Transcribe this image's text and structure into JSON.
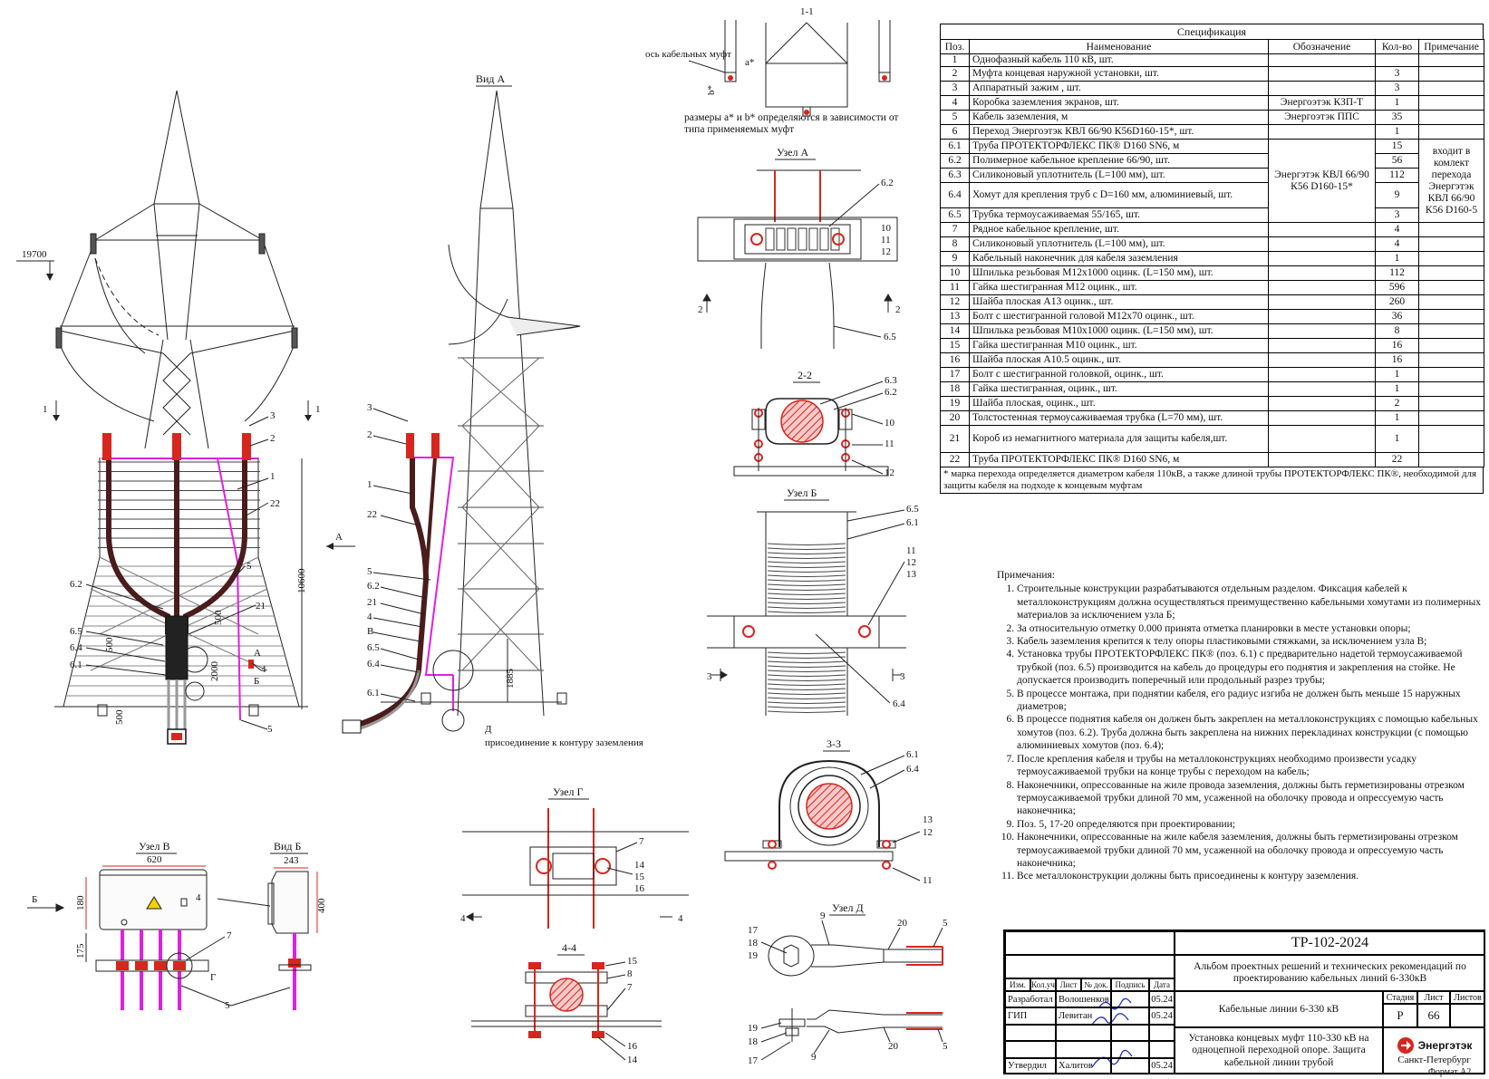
{
  "views": {
    "main_elevation": {
      "elevation": "19700",
      "height": "10600",
      "section_mark": "1",
      "view_arrow": "А",
      "dims": [
        "500",
        "500",
        "500",
        "2000",
        "500"
      ],
      "node_labels": [
        "А",
        "Б"
      ]
    },
    "view_a": {
      "title": "Вид А",
      "dim": "1885",
      "node_label": "В",
      "node_d": "Д",
      "ground_note": "присоединение к контуру заземления"
    },
    "section_1_1": {
      "title": "1-1",
      "axis_note": "ось кабельных муфт",
      "a_label": "a*",
      "b_label": "b*",
      "size_note": "размеры a* и b* определяются в зависимости от типа применяемых муфт"
    },
    "node_a": {
      "title": "Узел А",
      "section_mark": "2"
    },
    "section_2_2": {
      "title": "2-2"
    },
    "node_b": {
      "title": "Узел Б",
      "section_mark": "3"
    },
    "section_3_3": {
      "title": "3-3"
    },
    "node_g": {
      "title": "Узел Г",
      "section_mark": "4"
    },
    "section_4_4": {
      "title": "4-4"
    },
    "node_d": {
      "title": "Узел Д"
    },
    "node_v": {
      "title": "Узел В",
      "w": "620",
      "h1": "180",
      "h2": "175",
      "side_arrow": "Б",
      "g_label": "Г"
    },
    "view_b": {
      "title": "Вид Б",
      "w": "243",
      "h": "400"
    }
  },
  "spec": {
    "title": "Спецификация",
    "headers": [
      "Поз.",
      "Наименование",
      "Обозначение",
      "Кол-во",
      "Примечание"
    ],
    "rows": [
      {
        "pos": "1",
        "name": "Однофазный кабель 110 кВ, шт.",
        "qty": ""
      },
      {
        "pos": "2",
        "name": "Муфта концевая наружной установки, шт.",
        "qty": "3"
      },
      {
        "pos": "3",
        "name": "Аппаратный зажим , шт.",
        "qty": "3"
      },
      {
        "pos": "4",
        "name": "Коробка заземления экранов, шт.",
        "code": "Энергоэтэк КЗП-Т",
        "qty": "1"
      },
      {
        "pos": "5",
        "name": "Кабель заземления, м",
        "code": "Энергоэтэк ППС",
        "qty": "35"
      },
      {
        "pos": "6",
        "name": "Переход Энергоэтэк КВЛ 66/90 К56D160-15*, шт.",
        "qty": "1"
      },
      {
        "pos": "6.1",
        "name": "Труба ПРОТЕКТОРФЛЕКС ПК® D160 SN6, м",
        "qty": "15"
      },
      {
        "pos": "6.2",
        "name": "Полимерное кабельное крепление 66/90, шт.",
        "qty": "56"
      },
      {
        "pos": "6.3",
        "name": "Силиконовый уплотнитель (L=100 мм), шт.",
        "qty": "112"
      },
      {
        "pos": "6.4",
        "name": "Хомут для крепления труб с D=160 мм, алюминиевый, шт.",
        "qty": "9"
      },
      {
        "pos": "6.5",
        "name": "Трубка термоусаживаемая 55/165, шт.",
        "qty": "3"
      },
      {
        "pos": "7",
        "name": "Рядное  кабельное крепление, шт.",
        "qty": "4"
      },
      {
        "pos": "8",
        "name": "Силиконовый уплотнитель (L=100 мм), шт.",
        "qty": "4"
      },
      {
        "pos": "9",
        "name": "Кабельный наконечник для кабеля заземления",
        "qty": "1"
      },
      {
        "pos": "10",
        "name": "Шпилька резьбовая М12х1000 оцинк. (L=150 мм), шт.",
        "qty": "112"
      },
      {
        "pos": "11",
        "name": "Гайка шестигранная М12 оцинк., шт.",
        "qty": "596"
      },
      {
        "pos": "12",
        "name": "Шайба плоская А13 оцинк., шт.",
        "qty": "260"
      },
      {
        "pos": "13",
        "name": "Болт с шестигранной головой М12х70 оцинк., шт.",
        "qty": "36"
      },
      {
        "pos": "14",
        "name": "Шпилька резьбовая М10х1000 оцинк. (L=150 мм), шт.",
        "qty": "8"
      },
      {
        "pos": "15",
        "name": "Гайка шестигранная М10 оцинк., шт.",
        "qty": "16"
      },
      {
        "pos": "16",
        "name": "Шайба плоская А10.5 оцинк., шт.",
        "qty": "16"
      },
      {
        "pos": "17",
        "name": "Болт с шестигранной головкой, оцинк., шт.",
        "qty": "1"
      },
      {
        "pos": "18",
        "name": "Гайка шестигранная, оцинк., шт.",
        "qty": "1"
      },
      {
        "pos": "19",
        "name": "Шайба плоская, оцинк., шт.",
        "qty": "2"
      },
      {
        "pos": "20",
        "name": "Толстостенная термоусаживаемая трубка (L=70 мм), шт.",
        "qty": "1"
      },
      {
        "pos": "21",
        "name": "Короб из немагнитного материала для защиты кабеля,шт.",
        "qty": "1"
      },
      {
        "pos": "22",
        "name": "Труба ПРОТЕКТОРФЛЕКС ПК® D160 SN6, м",
        "qty": "22"
      }
    ],
    "group_code": "Энергэтэк КВЛ 66/90 К56 D160-15*",
    "group_note": "входит в комлект перехода Энергэтэк КВЛ 66/90 К56 D160-5",
    "footnote": "* марка перехода определяется диаметром кабеля 110кВ, а также длиной трубы ПРОТЕКТОРФЛЕКС ПК®, необходимой для защиты кабеля на подходе к концевым муфтам"
  },
  "notes": {
    "title": "Примечания:",
    "items": [
      "Строительные конструкции разрабатываются отдельным разделом. Фиксация кабелей к металлоконструкциям должна осуществляться преимущественно кабельными хомутами из полимерных материалов за исключением узла Б;",
      "За относительную отметку 0.000 принята отметка планировки в месте установки опоры;",
      "Кабель заземления крепится к телу опоры пластиковыми стяжками, за исключением узла В;",
      "Установка трубы ПРОТЕКТОРФЛЕКС ПК® (поз. 6.1) с предварительно надетой термоусаживаемой трубкой (поз. 6.5) производится на кабель до процедуры его поднятия и закрепления на стойке. Не допускается производить поперечный или продольный разрез трубы;",
      "В процессе монтажа, при поднятии кабеля, его радиус изгиба не должен быть меньше 15 наружных диаметров;",
      "В процессе поднятия кабеля он должен быть закреплен на металлоконструкциях  с помощью кабельных хомутов (поз. 6.2). Труба должна быть закреплена на нижних перекладинах конструкции (с помощью алюминиевых хомутов (поз. 6.4);",
      "После крепления кабеля и трубы на металлоконструкциях необходимо произвести усадку термоусаживаемой трубки на конце трубы  с переходом на кабель;",
      "Наконечники, опрессованные на жиле провода заземления, должны быть герметизированы отрезком термоусаживаемой трубки длиной 70 мм, усаженной на оболочку провода и опрессуемую часть наконечника;",
      "Поз. 5, 17-20 определяются при проектировании;",
      "Наконечники, опрессованные на жиле кабеля заземления, должны быть герметизированы отрезком термоусаживаемой трубки длиной 70 мм, усаженной на оболочку провода и опрессуемую часть наконечника;",
      "Все металлоконструкции должны быть присоединены к контуру заземления."
    ]
  },
  "title_block": {
    "doc_code": "ТР-102-2024",
    "album": "Альбом проектных решений и технических рекомендаций по проектированию кабельных линий 6-330кВ",
    "cols": [
      "Изм.",
      "Кол.уч",
      "Лист",
      "№ док.",
      "Подпись",
      "Дата"
    ],
    "roles": [
      {
        "role": "Разработал",
        "name": "Волошенков",
        "date": "05.24"
      },
      {
        "role": "ГИП",
        "name": "Левитан",
        "date": "05.24"
      },
      {
        "role": "",
        "name": "",
        "date": ""
      },
      {
        "role": "",
        "name": "",
        "date": ""
      },
      {
        "role": "Утвердил",
        "name": "Халитов",
        "date": "05.24"
      }
    ],
    "section": "Кабельные линии 6-330 кВ",
    "stage_h": "Стадия",
    "sheet_h": "Лист",
    "sheets_h": "Листов",
    "stage": "Р",
    "sheet": "66",
    "sheets": "",
    "sheet_title": "Установка концевых муфт 110-330 кВ на одноцепной переходной опоре. Защита кабельной линии трубой",
    "company": "Энергэтэк",
    "city": "Санкт-Петербург",
    "format": "Формат А2"
  }
}
